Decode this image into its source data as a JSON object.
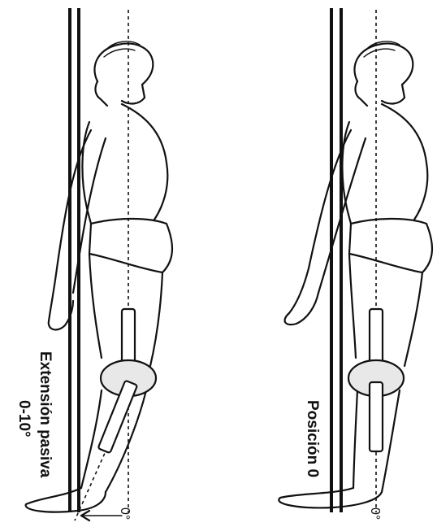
{
  "labels": {
    "left_caption_line1": "Extensión pasiva",
    "left_caption_line2": "0-10°",
    "right_caption": "Posición 0",
    "left_marker": "0°",
    "right_marker": "0°"
  },
  "colors": {
    "ink": "#111111",
    "background": "#ffffff",
    "knee_fill": "#e8e8e8"
  }
}
